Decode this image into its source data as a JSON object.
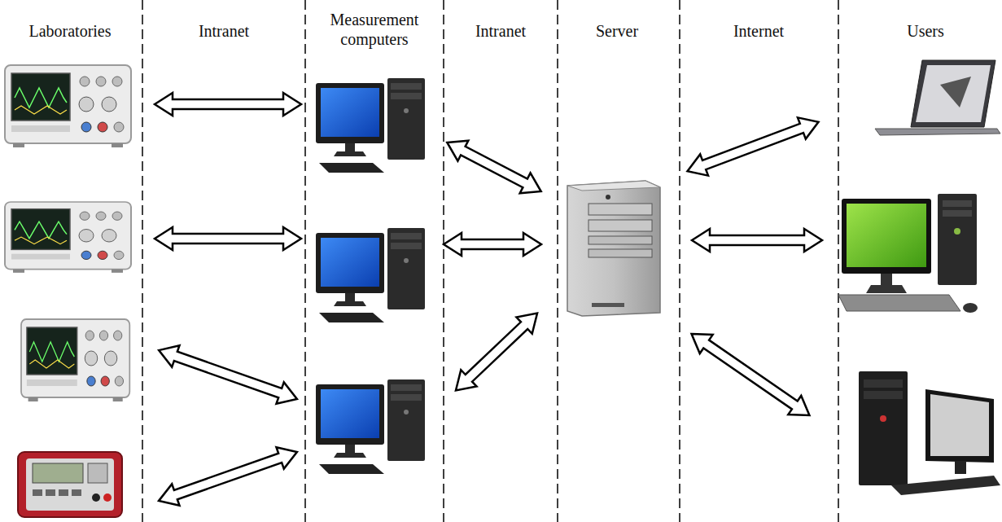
{
  "diagram": {
    "labels": [
      "Laboratories",
      "Intranet",
      "Measurement computers",
      "Intranet",
      "Server",
      "Internet",
      "Users"
    ]
  }
}
